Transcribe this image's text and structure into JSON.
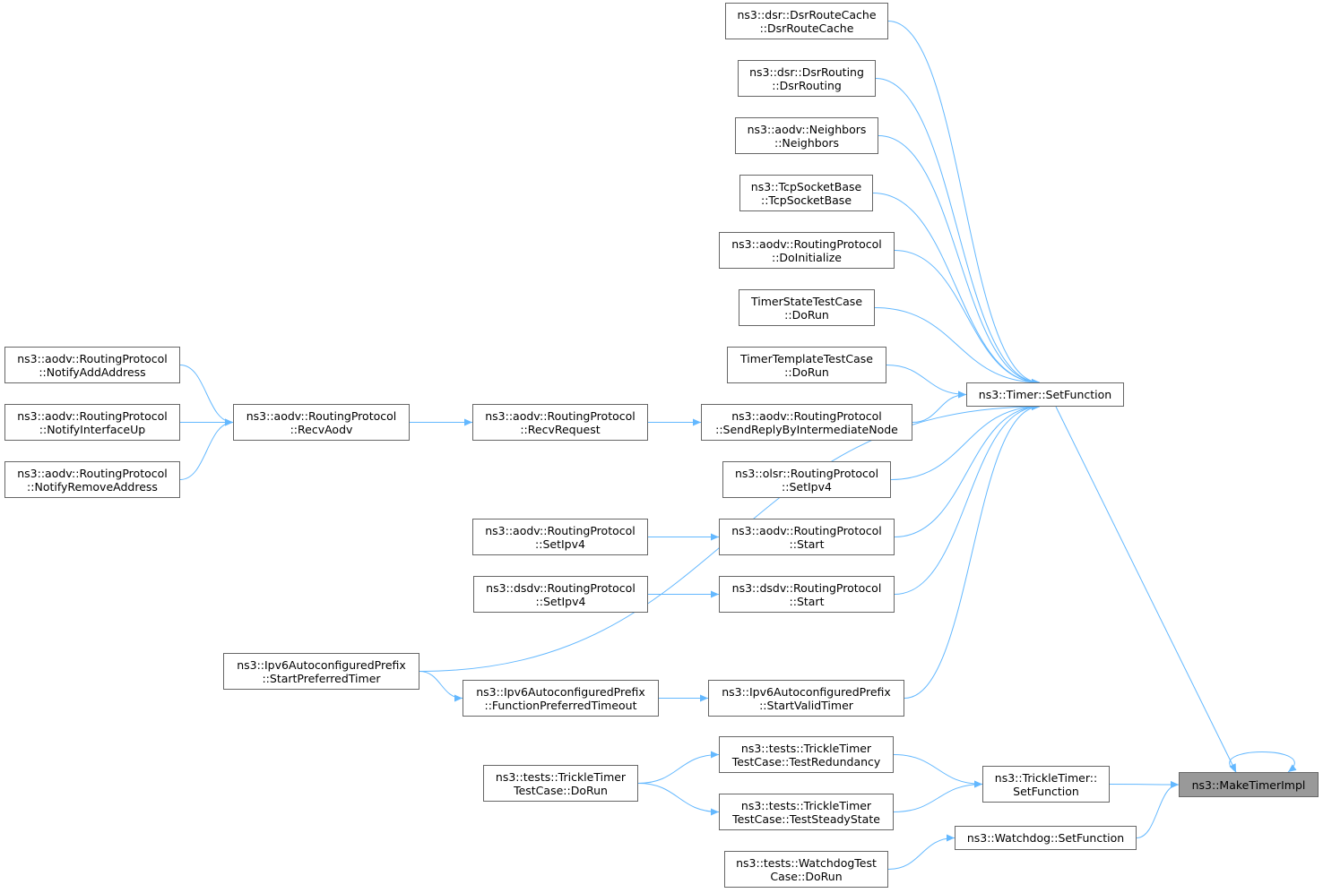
{
  "diagram": {
    "title": "",
    "edge_color": "#63b8ff",
    "node_border": "#666666",
    "highlight_fill": "#999999",
    "nodes": [
      {
        "id": "make_timer_impl",
        "lines": [
          "ns3::MakeTimerImpl"
        ],
        "highlight": true
      },
      {
        "id": "timer_setfunction",
        "lines": [
          "ns3::Timer::SetFunction"
        ]
      },
      {
        "id": "trickle_setfunction",
        "lines": [
          "ns3::TrickleTimer::",
          "SetFunction"
        ]
      },
      {
        "id": "watchdog_setfunction",
        "lines": [
          "ns3::Watchdog::SetFunction"
        ]
      },
      {
        "id": "dsr_routecache",
        "lines": [
          "ns3::dsr::DsrRouteCache",
          "::DsrRouteCache"
        ]
      },
      {
        "id": "dsr_routing",
        "lines": [
          "ns3::dsr::DsrRouting",
          "::DsrRouting"
        ]
      },
      {
        "id": "aodv_neighbors",
        "lines": [
          "ns3::aodv::Neighbors",
          "::Neighbors"
        ]
      },
      {
        "id": "tcpsocketbase",
        "lines": [
          "ns3::TcpSocketBase",
          "::TcpSocketBase"
        ]
      },
      {
        "id": "aodv_doinitialize",
        "lines": [
          "ns3::aodv::RoutingProtocol",
          "::DoInitialize"
        ]
      },
      {
        "id": "timerstate_dorun",
        "lines": [
          "TimerStateTestCase",
          "::DoRun"
        ]
      },
      {
        "id": "timertemplate_dorun",
        "lines": [
          "TimerTemplateTestCase",
          "::DoRun"
        ]
      },
      {
        "id": "aodv_sendreply",
        "lines": [
          "ns3::aodv::RoutingProtocol",
          "::SendReplyByIntermediateNode"
        ]
      },
      {
        "id": "olsr_setipv4",
        "lines": [
          "ns3::olsr::RoutingProtocol",
          "::SetIpv4"
        ]
      },
      {
        "id": "aodv_start",
        "lines": [
          "ns3::aodv::RoutingProtocol",
          "::Start"
        ]
      },
      {
        "id": "dsdv_start",
        "lines": [
          "ns3::dsdv::RoutingProtocol",
          "::Start"
        ]
      },
      {
        "id": "ipv6_startvalid",
        "lines": [
          "ns3::Ipv6AutoconfiguredPrefix",
          "::StartValidTimer"
        ]
      },
      {
        "id": "aodv_recvrequest",
        "lines": [
          "ns3::aodv::RoutingProtocol",
          "::RecvRequest"
        ]
      },
      {
        "id": "aodv_recvaodv",
        "lines": [
          "ns3::aodv::RoutingProtocol",
          "::RecvAodv"
        ]
      },
      {
        "id": "aodv_notifyadd",
        "lines": [
          "ns3::aodv::RoutingProtocol",
          "::NotifyAddAddress"
        ]
      },
      {
        "id": "aodv_notifyup",
        "lines": [
          "ns3::aodv::RoutingProtocol",
          "::NotifyInterfaceUp"
        ]
      },
      {
        "id": "aodv_notifyremove",
        "lines": [
          "ns3::aodv::RoutingProtocol",
          "::NotifyRemoveAddress"
        ]
      },
      {
        "id": "aodv_setipv4",
        "lines": [
          "ns3::aodv::RoutingProtocol",
          "::SetIpv4"
        ]
      },
      {
        "id": "dsdv_setipv4",
        "lines": [
          "ns3::dsdv::RoutingProtocol",
          "::SetIpv4"
        ]
      },
      {
        "id": "ipv6_startpreferred",
        "lines": [
          "ns3::Ipv6AutoconfiguredPrefix",
          "::StartPreferredTimer"
        ]
      },
      {
        "id": "ipv6_functionpreferred",
        "lines": [
          "ns3::Ipv6AutoconfiguredPrefix",
          "::FunctionPreferredTimeout"
        ]
      },
      {
        "id": "trickle_testredundancy",
        "lines": [
          "ns3::tests::TrickleTimer",
          "TestCase::TestRedundancy"
        ]
      },
      {
        "id": "trickle_teststeady",
        "lines": [
          "ns3::tests::TrickleTimer",
          "TestCase::TestSteadyState"
        ]
      },
      {
        "id": "trickle_dorun",
        "lines": [
          "ns3::tests::TrickleTimer",
          "TestCase::DoRun"
        ]
      },
      {
        "id": "watchdog_dorun",
        "lines": [
          "ns3::tests::WatchdogTest",
          "Case::DoRun"
        ]
      }
    ],
    "edges": [
      {
        "from": "make_timer_impl",
        "to": "make_timer_impl"
      },
      {
        "from": "timer_setfunction",
        "to": "make_timer_impl"
      },
      {
        "from": "trickle_setfunction",
        "to": "make_timer_impl"
      },
      {
        "from": "watchdog_setfunction",
        "to": "make_timer_impl"
      },
      {
        "from": "dsr_routecache",
        "to": "timer_setfunction"
      },
      {
        "from": "dsr_routing",
        "to": "timer_setfunction"
      },
      {
        "from": "aodv_neighbors",
        "to": "timer_setfunction"
      },
      {
        "from": "tcpsocketbase",
        "to": "timer_setfunction"
      },
      {
        "from": "aodv_doinitialize",
        "to": "timer_setfunction"
      },
      {
        "from": "timerstate_dorun",
        "to": "timer_setfunction"
      },
      {
        "from": "timertemplate_dorun",
        "to": "timer_setfunction"
      },
      {
        "from": "aodv_sendreply",
        "to": "timer_setfunction"
      },
      {
        "from": "olsr_setipv4",
        "to": "timer_setfunction"
      },
      {
        "from": "aodv_start",
        "to": "timer_setfunction"
      },
      {
        "from": "dsdv_start",
        "to": "timer_setfunction"
      },
      {
        "from": "ipv6_startpreferred",
        "to": "timer_setfunction"
      },
      {
        "from": "ipv6_startvalid",
        "to": "timer_setfunction"
      },
      {
        "from": "aodv_recvrequest",
        "to": "aodv_sendreply"
      },
      {
        "from": "aodv_recvaodv",
        "to": "aodv_recvrequest"
      },
      {
        "from": "aodv_notifyadd",
        "to": "aodv_recvaodv"
      },
      {
        "from": "aodv_notifyup",
        "to": "aodv_recvaodv"
      },
      {
        "from": "aodv_notifyremove",
        "to": "aodv_recvaodv"
      },
      {
        "from": "aodv_setipv4",
        "to": "aodv_start"
      },
      {
        "from": "dsdv_setipv4",
        "to": "dsdv_start"
      },
      {
        "from": "ipv6_functionpreferred",
        "to": "ipv6_startvalid"
      },
      {
        "from": "ipv6_startpreferred",
        "to": "ipv6_functionpreferred"
      },
      {
        "from": "trickle_testredundancy",
        "to": "trickle_setfunction"
      },
      {
        "from": "trickle_teststeady",
        "to": "trickle_setfunction"
      },
      {
        "from": "trickle_dorun",
        "to": "trickle_testredundancy"
      },
      {
        "from": "trickle_dorun",
        "to": "trickle_teststeady"
      },
      {
        "from": "watchdog_dorun",
        "to": "watchdog_setfunction"
      }
    ]
  }
}
